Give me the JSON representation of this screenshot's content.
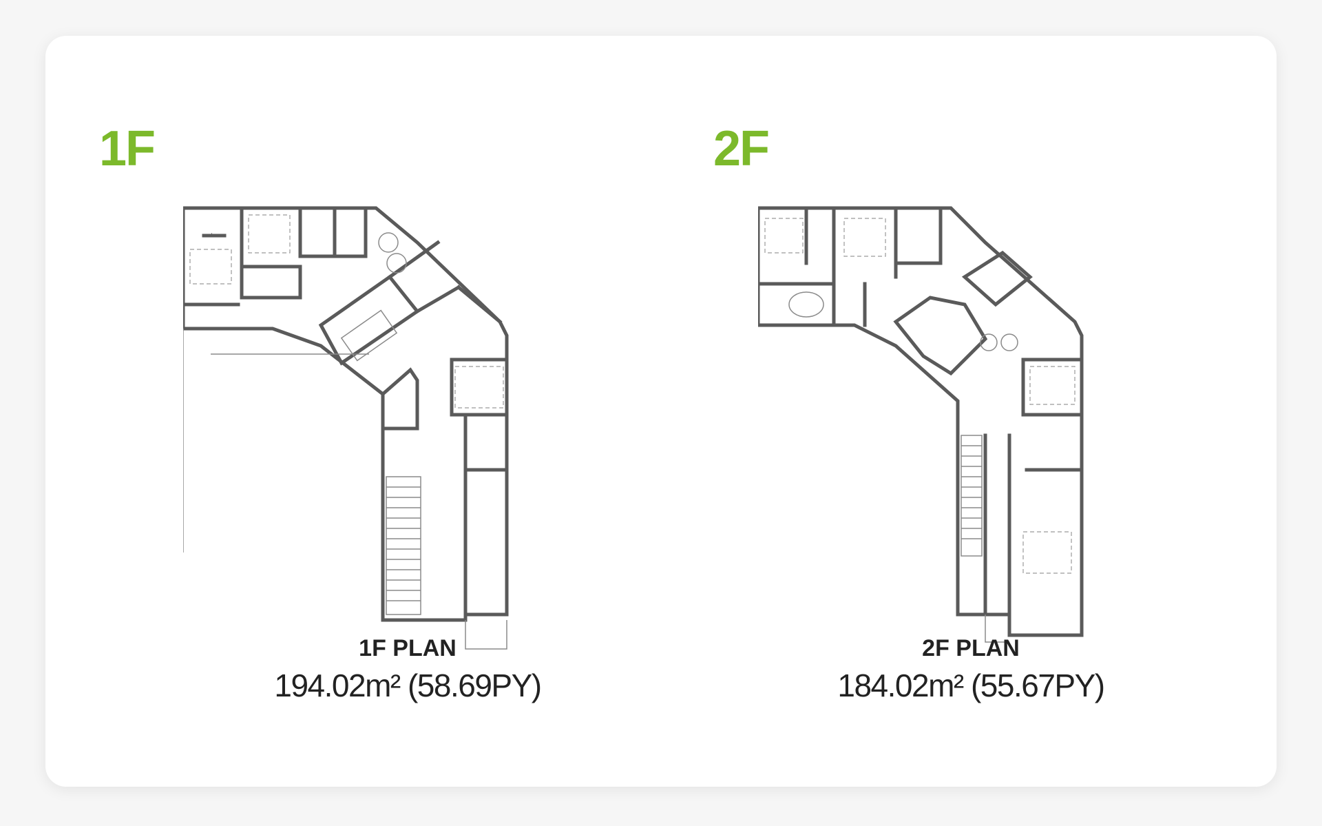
{
  "floor_1": {
    "heading": "1F",
    "plan_title": "1F PLAN",
    "plan_area": "194.02m² (58.69PY)"
  },
  "floor_2": {
    "heading": "2F",
    "plan_title": "2F PLAN",
    "plan_area": "184.02m² (55.67PY)"
  },
  "accent_color": "#7cb92b"
}
